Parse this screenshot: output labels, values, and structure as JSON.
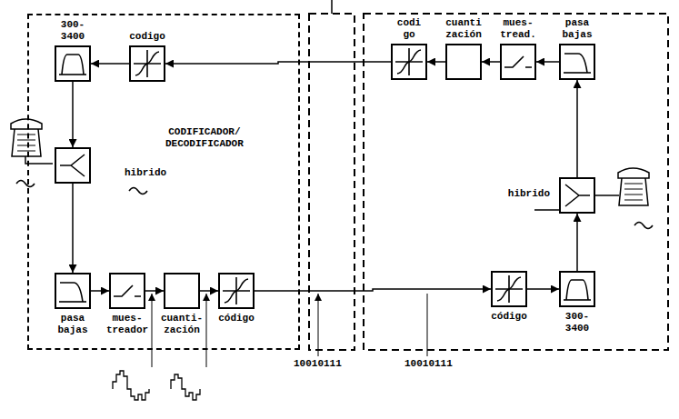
{
  "diagram": {
    "nodes": [
      {
        "text": [
          "CODIFICADOR/ DECODIFICADOR"
        ]
      },
      {
        "text": [
          "300- 3400"
        ],
        "in": 0
      },
      {
        "text": [
          "codigo"
        ],
        "in": 0
      },
      {
        "text": [
          "hibrido"
        ],
        "in": 0
      },
      {
        "text": [
          "pasa bajas"
        ],
        "in": 0
      },
      {
        "text": [
          "mues- treador"
        ],
        "in": 0
      },
      {
        "text": [
          "cuanti- zación"
        ],
        "in": 0
      },
      {
        "text": [
          "código"
        ],
        "in": 0
      },
      {
        "text": [
          "codi go"
        ]
      },
      {
        "text": [
          "cuanti zación"
        ]
      },
      {
        "text": [
          "mues- tread."
        ]
      },
      {
        "text": [
          "pasa bajas"
        ]
      },
      {
        "text": [
          "hibrido"
        ]
      },
      {
        "text": [
          "código"
        ]
      },
      {
        "text": [
          "300- 3400"
        ]
      }
    ],
    "edges": [
      {
        "from": 2,
        "to": 1,
        "arrow": "to"
      },
      {
        "from": 1,
        "to": 3,
        "arrow": "to"
      },
      {
        "from": 3,
        "to": 4,
        "arrow": "to"
      },
      {
        "from": 4,
        "to": 5,
        "arrow": "to"
      },
      {
        "from": 5,
        "to": 6,
        "arrow": "to"
      },
      {
        "from": 6,
        "to": 7,
        "arrow": "to"
      },
      {
        "from": 7,
        "to": 13,
        "arrow": "to"
      },
      {
        "from": 13,
        "to": 14,
        "arrow": "to"
      },
      {
        "from": 14,
        "to": 12,
        "arrow": "to"
      },
      {
        "from": 12,
        "to": 11,
        "arrow": "to"
      },
      {
        "from": 11,
        "to": 10,
        "arrow": "to"
      },
      {
        "from": 10,
        "to": 9,
        "arrow": "to"
      },
      {
        "from": 9,
        "to": 8,
        "arrow": "to"
      },
      {
        "from": 8,
        "to": 2,
        "arrow": "to"
      }
    ],
    "labels": [
      "10010111",
      "10010111"
    ]
  }
}
